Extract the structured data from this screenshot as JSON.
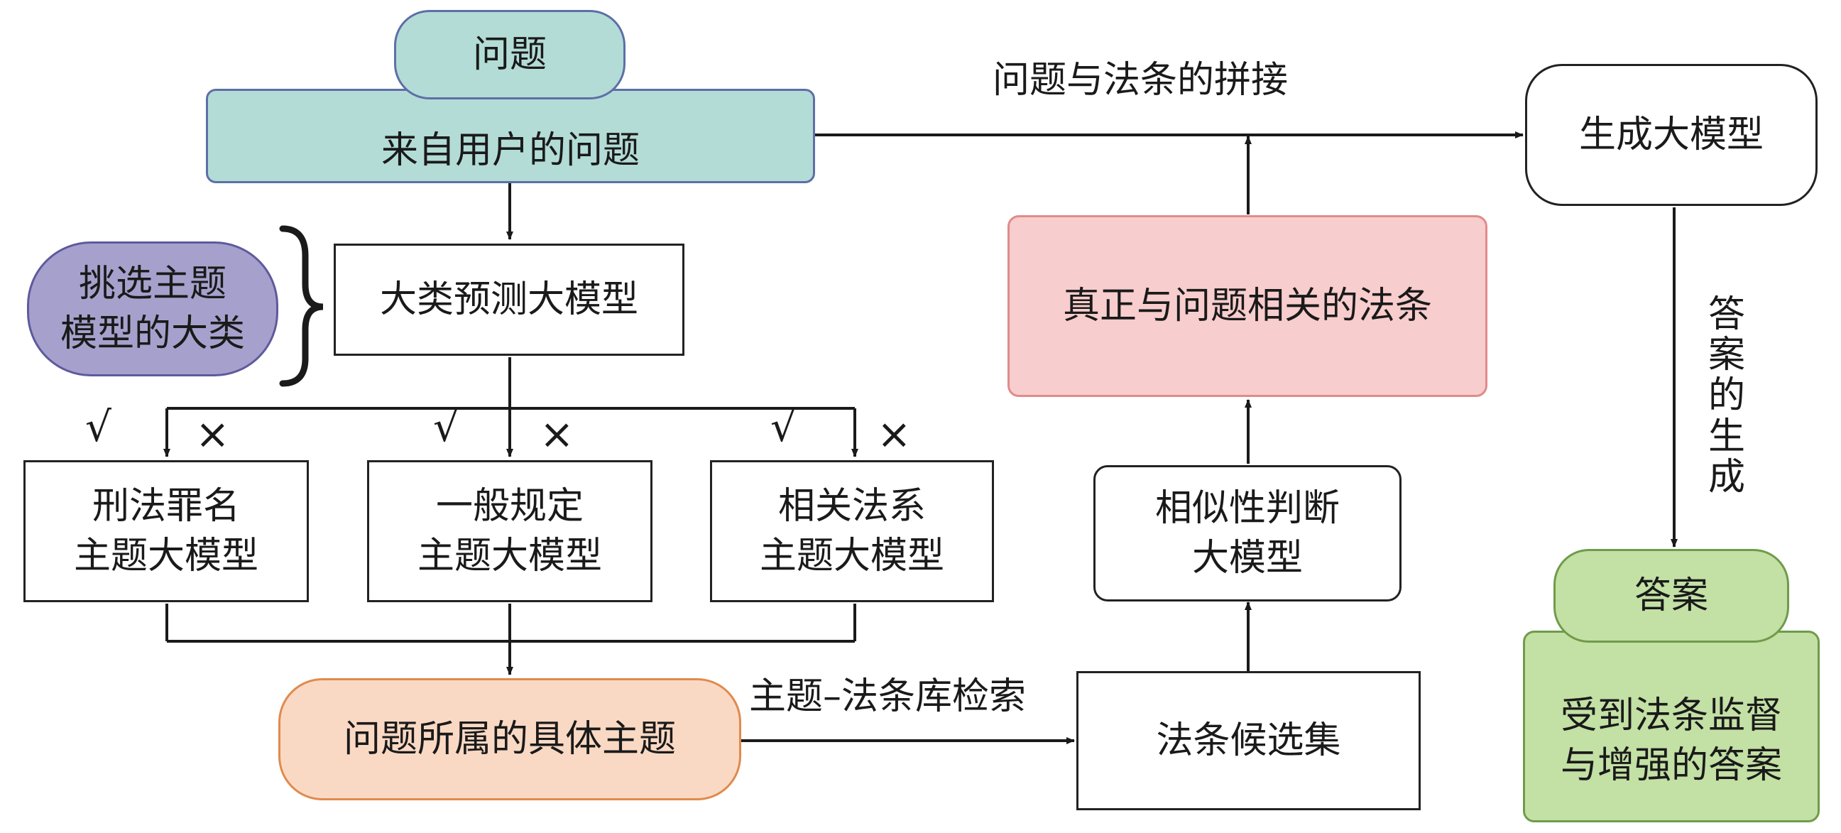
{
  "nodes": {
    "question_tab": "问题",
    "user_question": "来自用户的问题",
    "select_theme": [
      "挑选主题",
      "模型的大类"
    ],
    "category_model": "大类预测大模型",
    "criminal_model": [
      "刑法罪名",
      "主题大模型"
    ],
    "general_model": [
      "一般规定",
      "主题大模型"
    ],
    "related_model": [
      "相关法系",
      "主题大模型"
    ],
    "specific_theme": "问题所属的具体主题",
    "candidates": "法条候选集",
    "similarity_model": [
      "相似性判断",
      "大模型"
    ],
    "relevant_articles": "真正与问题相关的法条",
    "generation_model": "生成大模型",
    "answer_tab": "答案",
    "answer_result": [
      "受到法条监督",
      "与增强的答案"
    ]
  },
  "labels": {
    "concat": "问题与法条的拼接",
    "retrieval": "主题–法条库检索",
    "answer_generation": [
      "答",
      "案",
      "的",
      "生",
      "成"
    ]
  },
  "marks": {
    "check": "√",
    "cross": "×"
  },
  "colors": {
    "teal_fill": "#b3dcd6",
    "purple_fill": "#a6a1cc",
    "pink_fill": "#f8cdcd",
    "peach_fill": "#fad9c4",
    "green_fill": "#c3e0a5"
  }
}
